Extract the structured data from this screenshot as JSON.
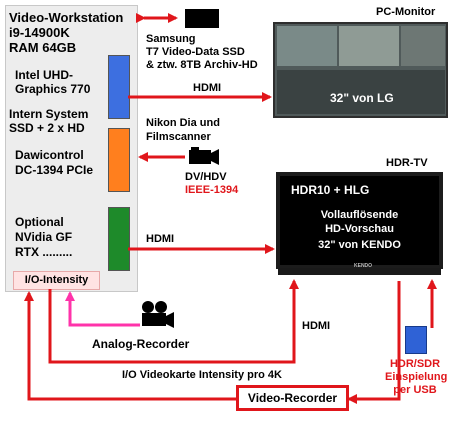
{
  "workstation": {
    "title": "Video-Workstation",
    "cpu": "i9-14900K",
    "ram": "RAM 64GB",
    "gpu_line1": "Intel UHD-",
    "gpu_line2": "Graphics 770",
    "storage_line1": "Intern System",
    "storage_line2": "SSD + 2 x HD",
    "card_line1": "Dawicontrol",
    "card_line2": "DC-1394 PCIe",
    "opt_line1": "Optional",
    "opt_line2": "NVidia GF",
    "opt_line3": "RTX .........",
    "io_label": "I/O-Intensity"
  },
  "ssd": {
    "line1": "Samsung",
    "line2": "T7 Video-Data SSD",
    "line3": "& ztw. 8TB Archiv-HD"
  },
  "pc_monitor": {
    "title": "PC-Monitor",
    "caption": "32\" von LG"
  },
  "connections": {
    "hdmi_top": "HDMI",
    "hdmi_mid": "HDMI",
    "hdmi_bottom": "HDMI",
    "io_card": "I/O Videokarte Intensity pro 4K"
  },
  "nikon": {
    "line1": "Nikon Dia und",
    "line2": "Filmscanner",
    "dv": "DV/HDV",
    "ieee": "IEEE-1394"
  },
  "hdr_tv": {
    "title": "HDR-TV",
    "hdr": "HDR10 + HLG",
    "line1": "Vollauflösende",
    "line2": "HD-Vorschau",
    "line3": "32\" von KENDO",
    "brand": "KENDO"
  },
  "analog_recorder": "Analog-Recorder",
  "video_recorder": "Video-Recorder",
  "usb": {
    "line1": "HDR/SDR",
    "line2": "Einspielung",
    "line3": "per USB"
  },
  "colors": {
    "arrow_red": "#e0161b",
    "magenta": "#ff33aa",
    "gpu_blue": "#3d6fe0",
    "card_orange": "#ff7f1e",
    "opt_green": "#1e8a2a",
    "usb_blue": "#2f62d6"
  }
}
